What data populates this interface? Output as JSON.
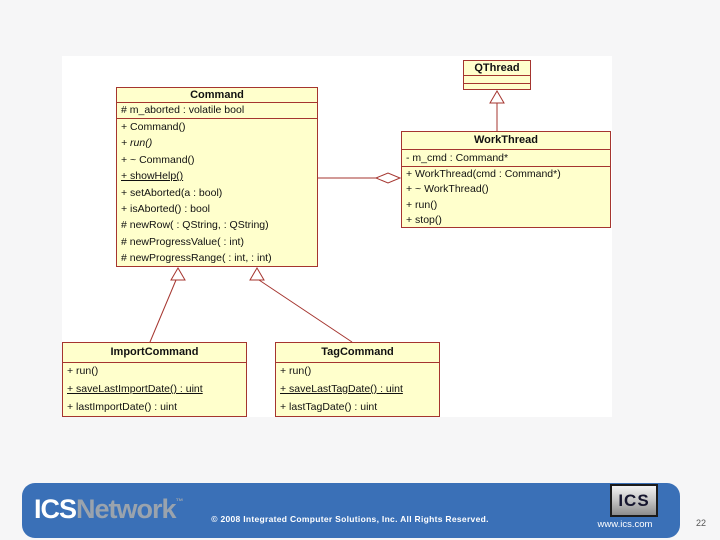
{
  "colors": {
    "page_bg": "#f6f6f7",
    "box_fill": "#ffffcc",
    "box_border": "#a5352f",
    "bar_blue": "#3a70b7",
    "logo_network_gray": "#9aa3ad"
  },
  "diagram": {
    "qthread": {
      "title": "QThread"
    },
    "command": {
      "title": "Command",
      "attributes": [
        "# m_aborted : volatile bool"
      ],
      "methods": [
        "+ Command()",
        "+ run()",
        "+ ~ Command()",
        "+ showHelp()",
        "+ setAborted(a : bool)",
        "+ isAborted() : bool",
        "# newRow( : QString, : QString)",
        "# newProgressValue( : int)",
        "# newProgressRange( : int, : int)"
      ]
    },
    "workthread": {
      "title": "WorkThread",
      "attributes": [
        "- m_cmd : Command*"
      ],
      "methods": [
        "+ WorkThread(cmd : Command*)",
        "+ ~ WorkThread()",
        "+ run()",
        "+ stop()"
      ]
    },
    "importcommand": {
      "title": "ImportCommand",
      "methods": [
        "+ run()",
        "+ saveLastImportDate() : uint",
        "+ lastImportDate() : uint"
      ]
    },
    "tagcommand": {
      "title": "TagCommand",
      "methods": [
        "+ run()",
        "+ saveLastTagDate() : uint",
        "+ lastTagDate() : uint"
      ]
    }
  },
  "footer": {
    "logo_ics": "ICS",
    "logo_network": "Network",
    "logo_tm": "™",
    "copyright": "© 2008 Integrated Computer Solutions, Inc. All Rights Reserved.",
    "badge_text": "ICS",
    "website": "www.ics.com"
  },
  "page_number": "22"
}
